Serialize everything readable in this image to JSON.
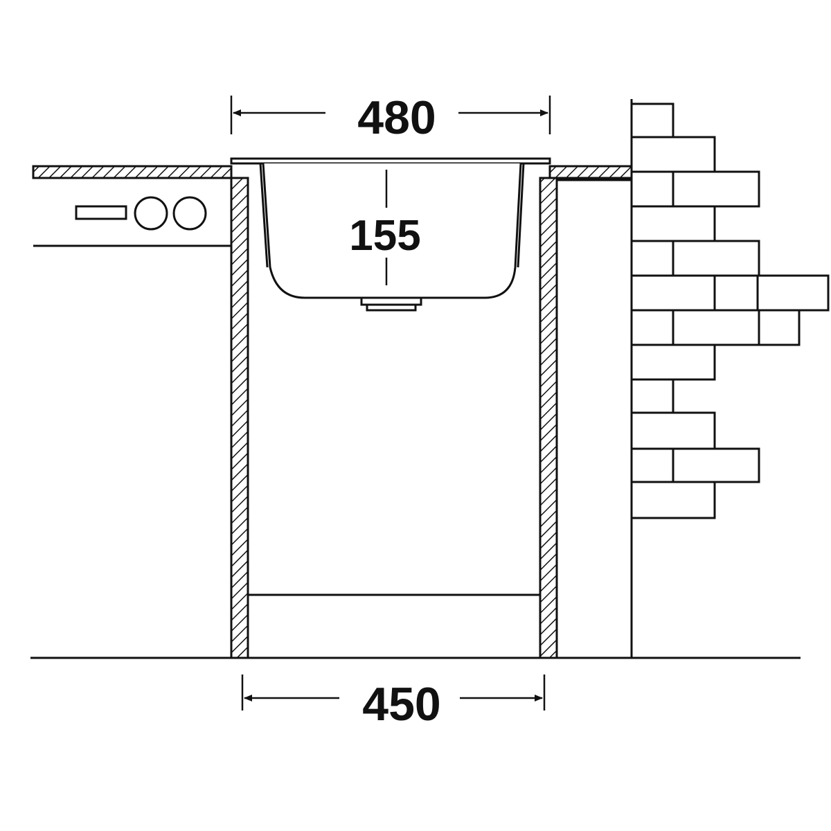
{
  "dimensions": {
    "sink_width": "480",
    "bowl_depth": "155",
    "cabinet_width": "450"
  },
  "colors": {
    "stroke": "#111111",
    "background": "#ffffff"
  },
  "elements": {
    "appliance": "dishwasher-control-panel",
    "wall": "brick-wall",
    "cabinet": "sink-base-cabinet",
    "sink": "inset-sink-bowl"
  }
}
